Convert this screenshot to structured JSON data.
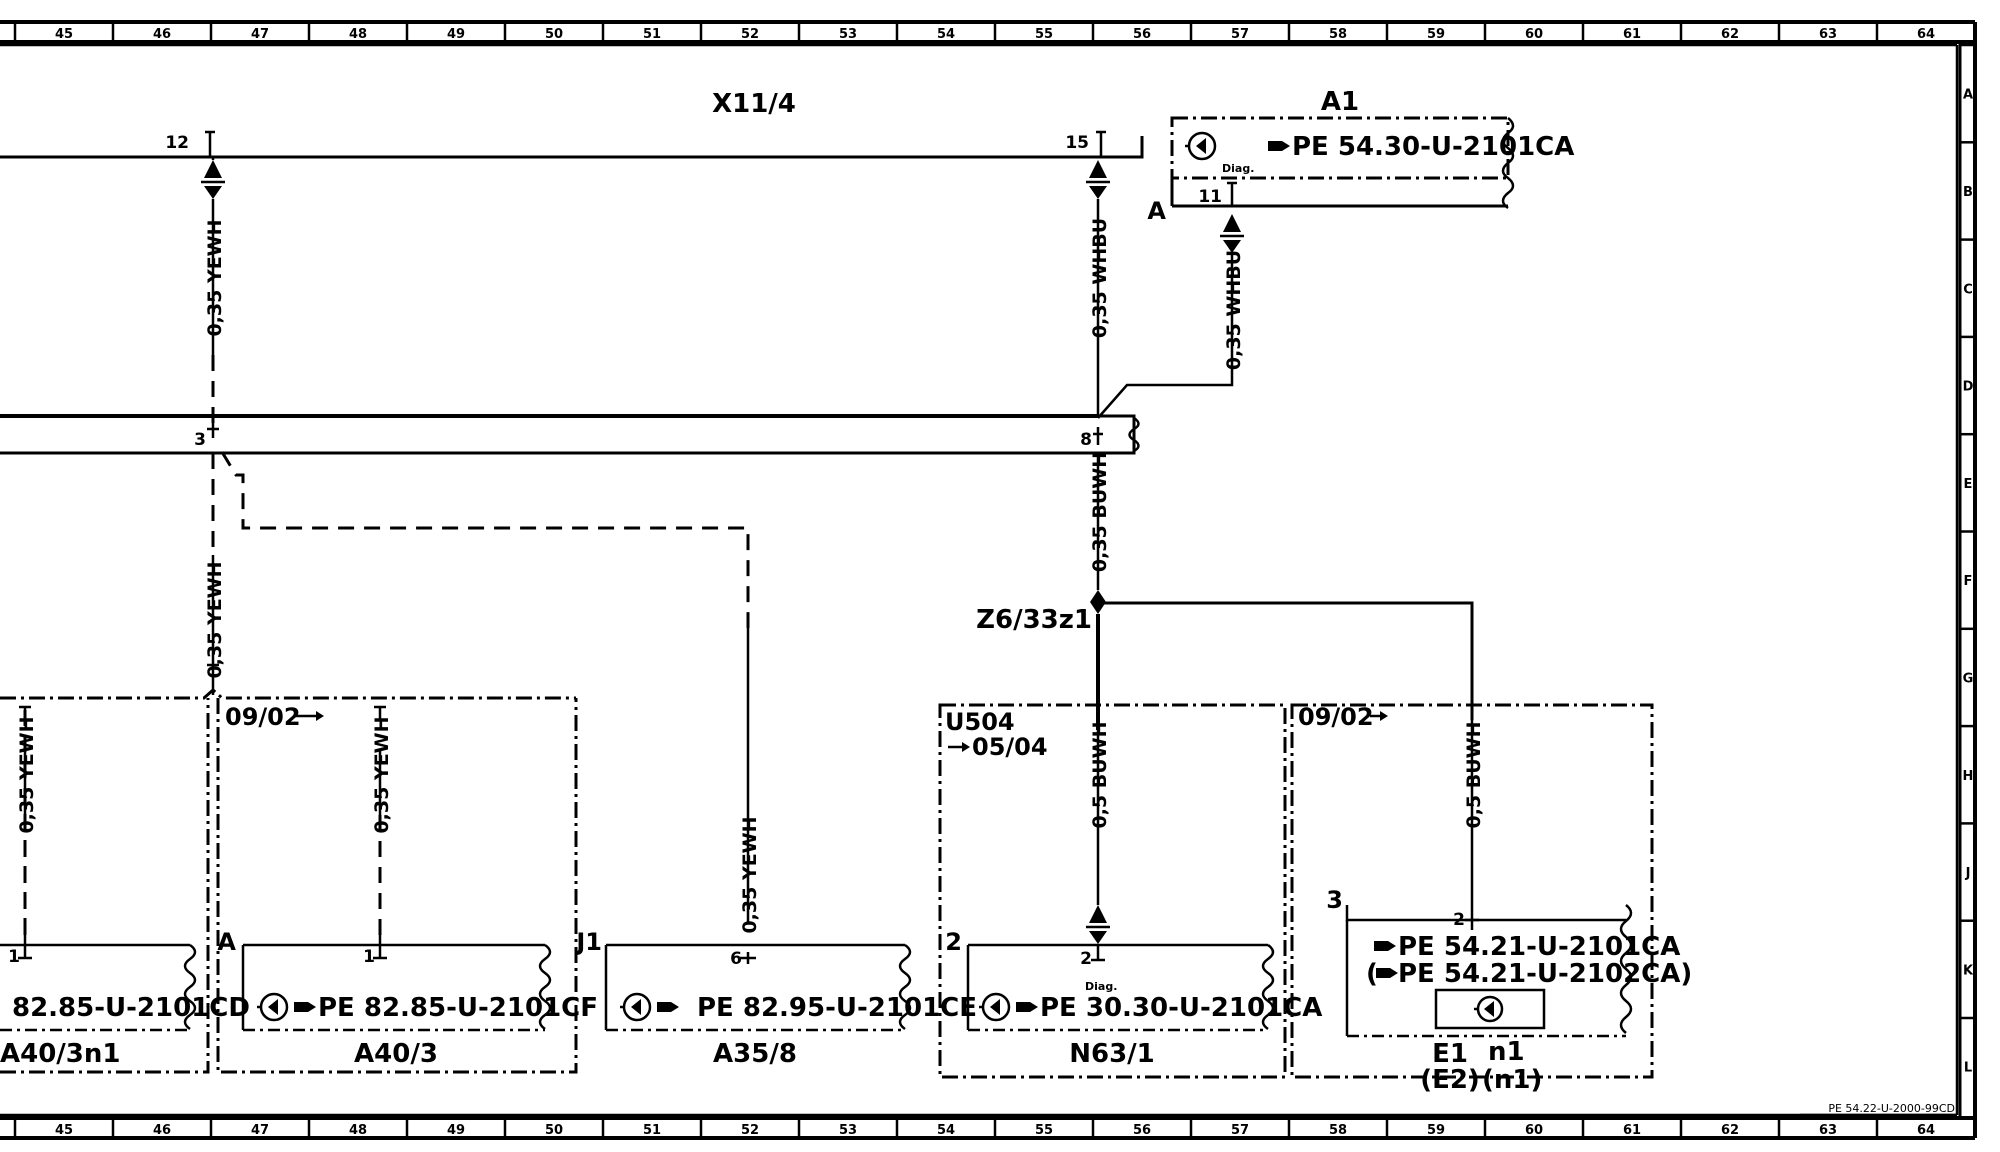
{
  "ruler": {
    "columns": [
      "45",
      "46",
      "47",
      "48",
      "49",
      "50",
      "51",
      "52",
      "53",
      "54",
      "55",
      "56",
      "57",
      "58",
      "59",
      "60",
      "61",
      "62",
      "63",
      "64"
    ],
    "rows": [
      "A",
      "B",
      "C",
      "D",
      "E",
      "F",
      "G",
      "H",
      "J",
      "K",
      "L"
    ]
  },
  "connector_top": {
    "label": "X11/4",
    "pin_12": "12",
    "pin_15": "15"
  },
  "connector_mid": {
    "pin_3": "3",
    "pin_8": "8"
  },
  "splice": {
    "label": "Z6/33z1"
  },
  "component_a1": {
    "label": "A1",
    "ref": "PE  54.30-U-2101CA",
    "diag": "Diag.",
    "pin": "11",
    "connector": "A"
  },
  "wires": {
    "w1": "0,35 YEWH",
    "w2": "0,35 WHBU",
    "w3": "0,35 WHBU",
    "w4": "0,35 BUWH",
    "w5": "0,35 YEWH",
    "w6": "0,35 YEWH",
    "w7": "0,35 YEWH",
    "w8": "0,35 YEWH",
    "w9": "0,5 BUWH",
    "w10": "0,5 BUWH"
  },
  "group_left": {
    "date": "09/02"
  },
  "group_u504": {
    "code": "U504",
    "date": "05/04"
  },
  "group_right": {
    "date": "09/02"
  },
  "components": {
    "a40_3n1": {
      "name": "A40/3n1",
      "ref": "82.85-U-2101CD",
      "pin": "1"
    },
    "a40_3": {
      "name": "A40/3",
      "ref": "PE  82.85-U-2101CF",
      "pin": "1",
      "connector": "A"
    },
    "a35_8": {
      "name": "A35/8",
      "ref": "PE  82.95-U-2101CE",
      "pin": "6",
      "connector": "J1"
    },
    "n63_1": {
      "name": "N63/1",
      "ref": "PE  30.30-U-2101CA",
      "pin": "2",
      "diag": "Diag.",
      "connector": "2"
    },
    "e1": {
      "name": "E1",
      "alt_name": "(E2)",
      "sub": "n1",
      "sub_alt": "(n1)",
      "ref1": "PE  54.21-U-2101CA",
      "ref2_prefix": "(",
      "ref2": "PE  54.21-U-2102CA)",
      "pin": "2",
      "connector": "3"
    }
  },
  "footer": {
    "doc_ref": "PE 54.22-U-2000-99CD"
  }
}
